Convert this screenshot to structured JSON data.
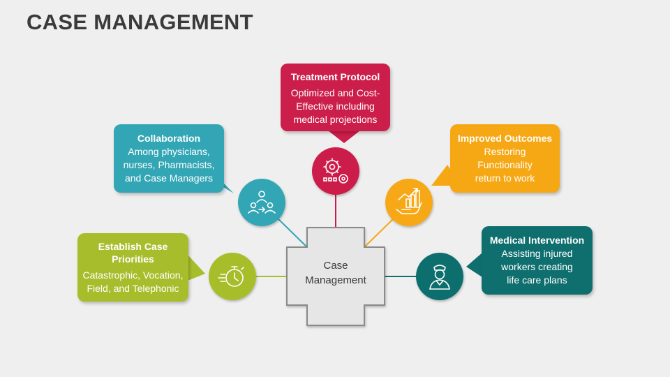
{
  "page": {
    "title": "CASE MANAGEMENT"
  },
  "center": {
    "line1": "Case",
    "line2": "Management"
  },
  "nodes": [
    {
      "id": "treatment",
      "heading": "Treatment Protocol",
      "lines": [
        "Optimized and Cost-",
        "Effective including",
        "medical projections"
      ],
      "color": "#cc1e4a",
      "icon": "gears-icon"
    },
    {
      "id": "collaboration",
      "heading": "Collaboration",
      "lines": [
        "Among physicians,",
        "nurses, Pharmacists,",
        "and Case Managers"
      ],
      "color": "#33a6b5",
      "icon": "team-collaboration-icon"
    },
    {
      "id": "outcomes",
      "heading": "Improved Outcomes",
      "lines": [
        "Restoring",
        "Functionality",
        "return to work"
      ],
      "color": "#f6a814",
      "icon": "growth-hand-icon"
    },
    {
      "id": "priorities",
      "heading": "Establish Case Priorities",
      "lines": [
        "Catastrophic, Vocation,",
        "Field, and Telephonic"
      ],
      "color": "#a8bd2c",
      "icon": "stopwatch-icon"
    },
    {
      "id": "intervention",
      "heading": "Medical Intervention",
      "lines": [
        "Assisting injured",
        "workers creating",
        "life care plans"
      ],
      "color": "#0f6e6e",
      "icon": "nurse-icon"
    }
  ]
}
